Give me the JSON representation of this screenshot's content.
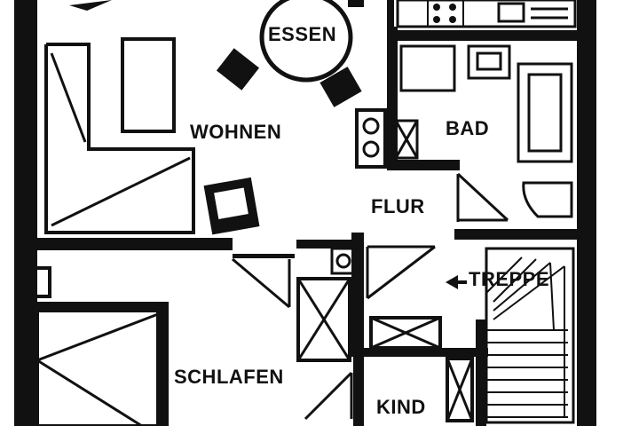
{
  "rooms": {
    "essen": "ESSEN",
    "wohnen": "WOHNEN",
    "bad": "BAD",
    "flur": "FLUR",
    "treppe": "TREPPE",
    "schlafen": "SCHLAFEN",
    "kind": "KIND"
  },
  "colors": {
    "ink": "#111111",
    "paper": "#ffffff"
  }
}
